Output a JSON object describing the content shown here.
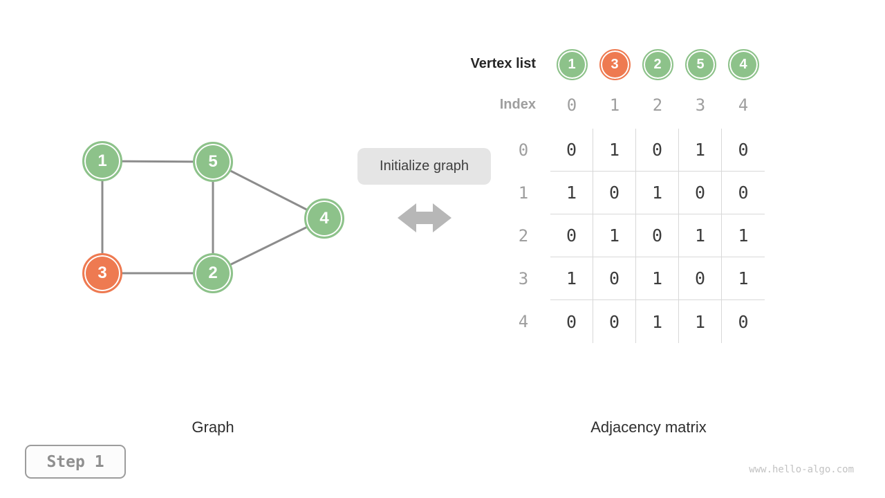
{
  "labels": {
    "vertex_list": "Vertex list",
    "index": "Index",
    "action": "Initialize graph",
    "graph_caption": "Graph",
    "matrix_caption": "Adjacency matrix",
    "step_badge": "Step 1",
    "watermark": "www.hello-algo.com"
  },
  "colors": {
    "node_green": "#8DC28A",
    "node_orange": "#EE7A51",
    "edge_gray": "#8C8C8C",
    "grid_line": "#D8D8D8",
    "muted_text": "#9E9E9E",
    "matrix_text": "#3C3C3C"
  },
  "graph": {
    "nodes": [
      {
        "label": "1",
        "color": "#8DC28A"
      },
      {
        "label": "5",
        "color": "#8DC28A"
      },
      {
        "label": "4",
        "color": "#8DC28A"
      },
      {
        "label": "3",
        "color": "#EE7A51"
      },
      {
        "label": "2",
        "color": "#8DC28A"
      }
    ],
    "edges": [
      [
        "1",
        "5"
      ],
      [
        "1",
        "3"
      ],
      [
        "5",
        "2"
      ],
      [
        "5",
        "4"
      ],
      [
        "3",
        "2"
      ],
      [
        "2",
        "4"
      ]
    ]
  },
  "vertex_list": [
    {
      "label": "1",
      "color": "#8DC28A"
    },
    {
      "label": "3",
      "color": "#EE7A51"
    },
    {
      "label": "2",
      "color": "#8DC28A"
    },
    {
      "label": "5",
      "color": "#8DC28A"
    },
    {
      "label": "4",
      "color": "#8DC28A"
    }
  ],
  "index_row": [
    "0",
    "1",
    "2",
    "3",
    "4"
  ],
  "matrix": {
    "row_labels": [
      "0",
      "1",
      "2",
      "3",
      "4"
    ],
    "rows": [
      [
        "0",
        "1",
        "0",
        "1",
        "0"
      ],
      [
        "1",
        "0",
        "1",
        "0",
        "0"
      ],
      [
        "0",
        "1",
        "0",
        "1",
        "1"
      ],
      [
        "1",
        "0",
        "1",
        "0",
        "1"
      ],
      [
        "0",
        "0",
        "1",
        "1",
        "0"
      ]
    ]
  }
}
